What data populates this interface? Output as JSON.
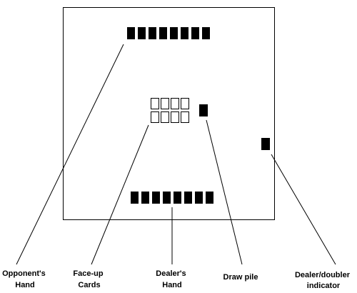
{
  "labels": {
    "opponents_hand": [
      "Opponent's",
      "Hand"
    ],
    "face_up_cards": [
      "Face-up",
      "Cards"
    ],
    "dealers_hand": [
      "Dealer's",
      "Hand"
    ],
    "draw_pile": [
      "Draw pile"
    ],
    "dealer_doubler_indicator": [
      "Dealer/doubler",
      "indicator"
    ]
  },
  "counts": {
    "opponent_hand_cards": 8,
    "dealer_hand_cards": 8,
    "face_up_cards_per_row": 4,
    "face_up_rows": 2
  },
  "colors": {
    "card_back": "#000000",
    "face_up_card_fill": "#ffffff",
    "outline": "#000000",
    "background": "#ffffff"
  }
}
